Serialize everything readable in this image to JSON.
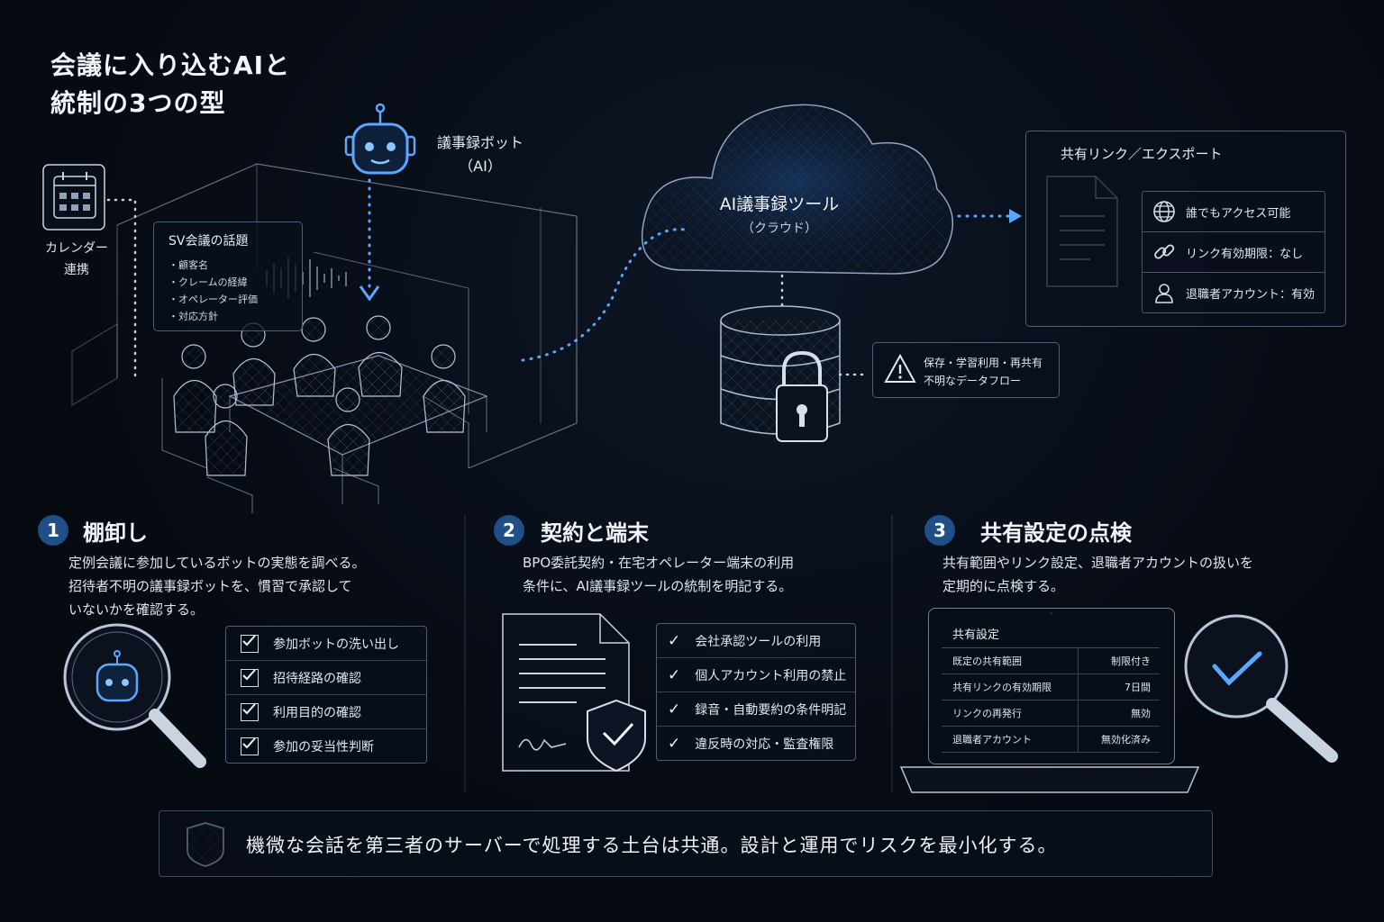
{
  "title": {
    "line1": "会議に入り込むAIと",
    "line2": "統制の3つの型"
  },
  "calendar": {
    "label_line1": "カレンダー",
    "label_line2": "連携"
  },
  "meeting_board": {
    "title": "SV会議の話題",
    "items": [
      "・顧客名",
      "・クレームの経緯",
      "・オペレーター評価",
      "・対応方針"
    ]
  },
  "bot": {
    "label_line1": "議事録ボット",
    "label_line2": "（AI）"
  },
  "cloud": {
    "label_line1": "AI議事録ツール",
    "label_line2": "（クラウド）"
  },
  "share_panel": {
    "title": "共有リンク／エクスポート",
    "rows": [
      {
        "icon": "globe-icon",
        "text": "誰でもアクセス可能"
      },
      {
        "icon": "link-icon",
        "text": "リンク有効期限：なし"
      },
      {
        "icon": "user-icon",
        "text": "退職者アカウント：有効"
      }
    ]
  },
  "warning": {
    "icon": "warning-icon",
    "line1": "保存・学習利用・再共有",
    "line2": "不明なデータフロー"
  },
  "steps": [
    {
      "number": "1",
      "title": "棚卸し",
      "desc": [
        "定例会議に参加しているボットの実態を調べる。",
        "招待者不明の議事録ボットを、慣習で承認して",
        "いないかを確認する。"
      ],
      "checks": [
        "参加ボットの洗い出し",
        "招待経路の確認",
        "利用目的の確認",
        "参加の妥当性判断"
      ]
    },
    {
      "number": "2",
      "title": "契約と端末",
      "desc": [
        "BPO委託契約・在宅オペレーター端末の利用",
        "条件に、AI議事録ツールの統制を明記する。"
      ],
      "checks": [
        "会社承認ツールの利用",
        "個人アカウント利用の禁止",
        "録音・自動要約の条件明記",
        "違反時の対応・監査権限"
      ]
    },
    {
      "number": "3",
      "title": "共有設定の点検",
      "desc": [
        "共有範囲やリンク設定、退職者アカウントの扱いを",
        "定期的に点検する。"
      ],
      "settings": {
        "title": "共有設定",
        "rows": [
          {
            "key": "既定の共有範囲",
            "value": "制限付き"
          },
          {
            "key": "共有リンクの有効期限",
            "value": "7日間"
          },
          {
            "key": "リンクの再発行",
            "value": "無効"
          },
          {
            "key": "退職者アカウント",
            "value": "無効化済み"
          }
        ]
      }
    }
  ],
  "footer": {
    "icon": "shield-icon",
    "text": "機微な会話を第三者のサーバーで処理する土台は共通。設計と運用でリスクを最小化する。"
  },
  "colors": {
    "accent_blue": "#4da3ff",
    "step_badge": "#1f4f86",
    "background": "#070b13"
  }
}
